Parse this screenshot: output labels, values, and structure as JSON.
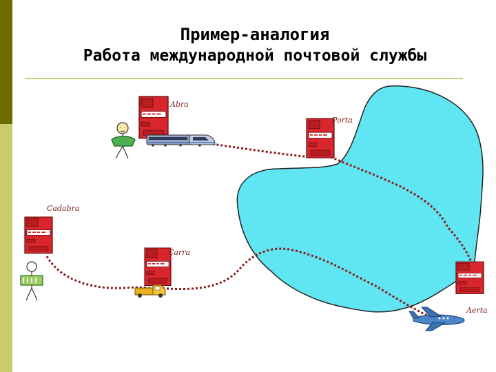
{
  "slide": {
    "title_line1": "Пример-аналогия",
    "title_line2": "Работа международной почтовой службы"
  },
  "cities": {
    "abra": "Abra",
    "porta": "Porta",
    "cadabra": "Cadabra",
    "carra": "Carra",
    "aerta": "Aerta"
  },
  "colors": {
    "lake": "#5fe6f2",
    "route": "#8b1a1a",
    "mailbox": "#d9262c",
    "bar_dark": "#6b6b00",
    "bar_light": "#c8cc6e"
  },
  "icons": [
    "mailbox-icon",
    "person-icon",
    "train-icon",
    "truck-icon",
    "airplane-icon",
    "lake-shape"
  ]
}
